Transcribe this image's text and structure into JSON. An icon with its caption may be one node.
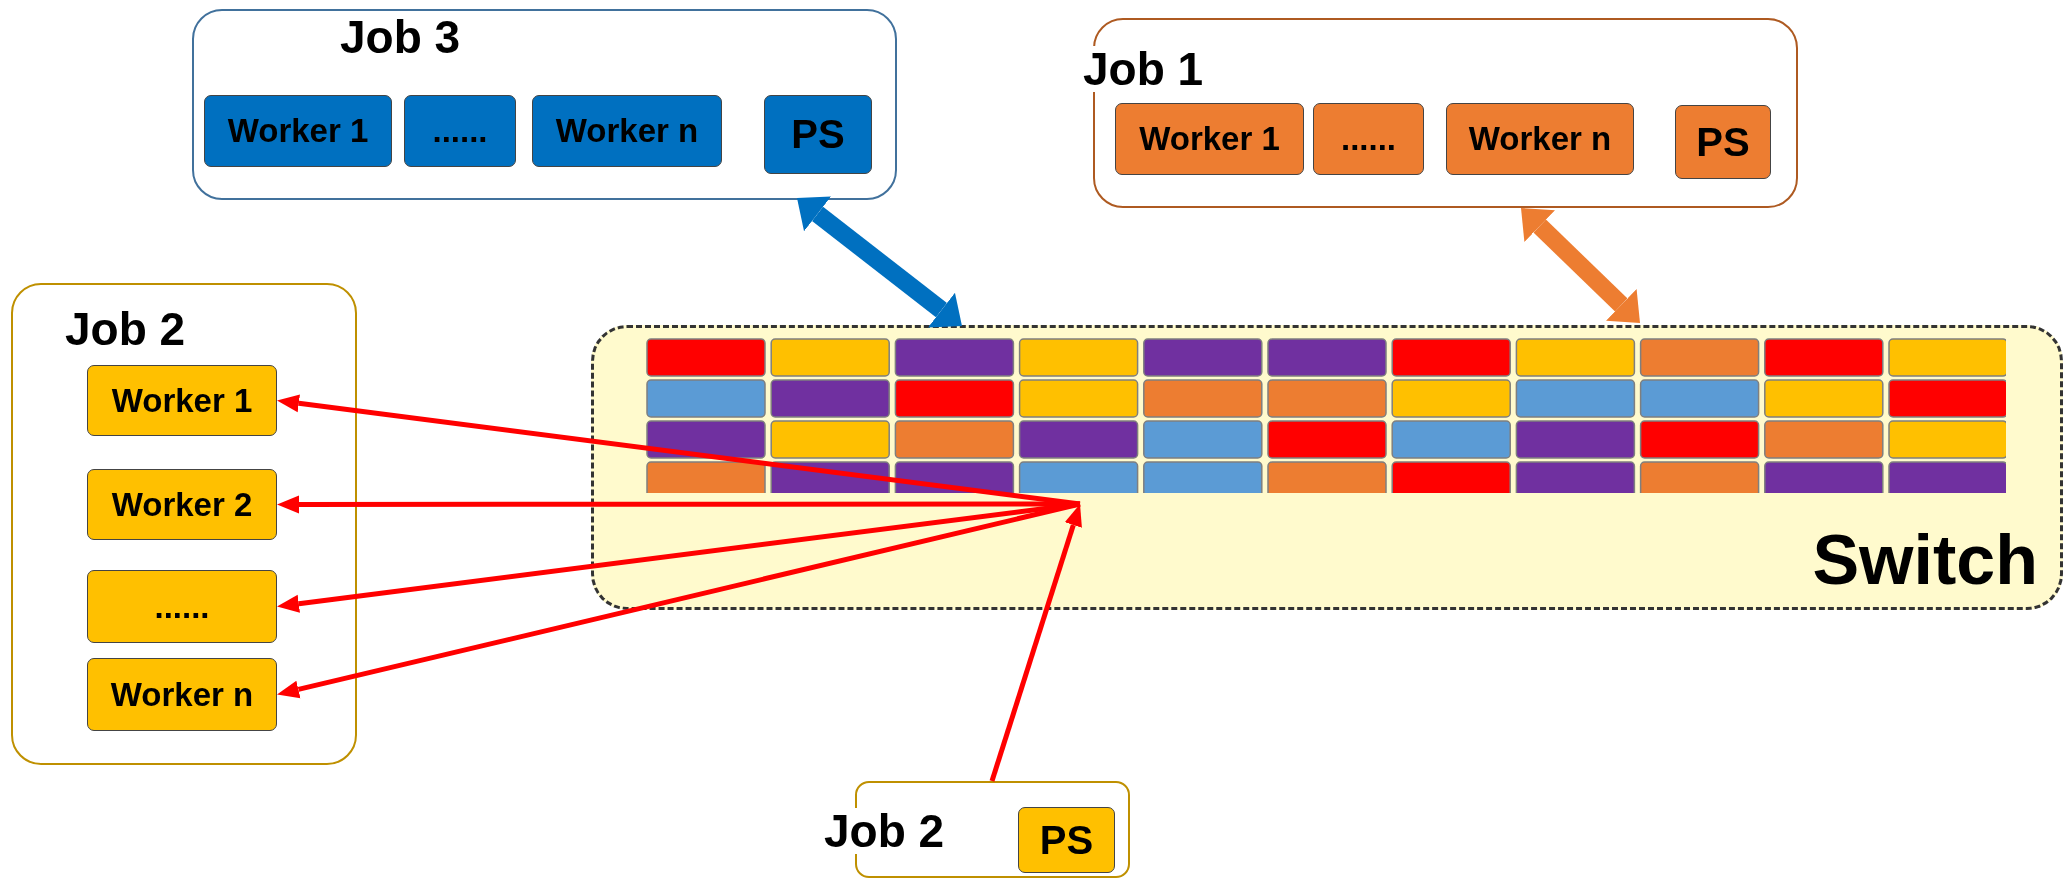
{
  "diagram": {
    "nodes": [
      {
        "text": [
          "Job 3"
        ]
      },
      {
        "text": [
          "Worker 1"
        ],
        "in": 0
      },
      {
        "text": [
          "......"
        ],
        "in": 0
      },
      {
        "text": [
          "Worker n"
        ],
        "in": 0
      },
      {
        "text": [
          "PS"
        ],
        "in": 0
      },
      {
        "text": [
          "Job 1"
        ]
      },
      {
        "text": [
          "Worker 1"
        ],
        "in": 5
      },
      {
        "text": [
          "......"
        ],
        "in": 5
      },
      {
        "text": [
          "Worker n"
        ],
        "in": 5
      },
      {
        "text": [
          "PS"
        ],
        "in": 5
      },
      {
        "text": [
          "Job 2"
        ]
      },
      {
        "text": [
          "Worker 1"
        ],
        "in": 10
      },
      {
        "text": [
          "Worker 2"
        ],
        "in": 10
      },
      {
        "text": [
          "......"
        ],
        "in": 10
      },
      {
        "text": [
          "Worker n"
        ],
        "in": 10
      },
      {
        "text": [
          "Switch"
        ]
      },
      {
        "text": [
          "Job 2"
        ]
      },
      {
        "text": [
          "PS"
        ],
        "in": 16
      }
    ],
    "edges": [
      {
        "from": 0,
        "to": 15,
        "arrow": "both",
        "style": "thick",
        "color": "#0070c0"
      },
      {
        "from": 5,
        "to": 15,
        "arrow": "both",
        "style": "thick",
        "color": "#ed7d31"
      },
      {
        "from": 17,
        "to": 15,
        "arrow": "to"
      },
      {
        "from": 15,
        "to": 11,
        "arrow": "to"
      },
      {
        "from": 15,
        "to": 12,
        "arrow": "to"
      },
      {
        "from": 15,
        "to": 13,
        "arrow": "to"
      },
      {
        "from": 15,
        "to": 14,
        "arrow": "to"
      }
    ]
  }
}
